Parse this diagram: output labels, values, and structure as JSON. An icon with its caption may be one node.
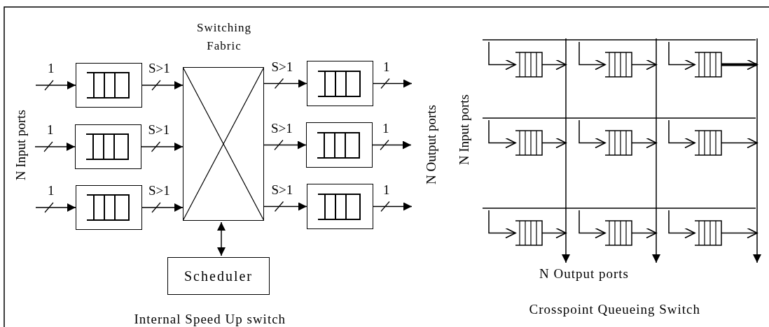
{
  "diagram": {
    "nodes": [
      {
        "text": [
          "Switching Fabric"
        ]
      },
      {
        "text": [],
        "shape": "box"
      },
      {
        "text": [],
        "shape": "box"
      },
      {
        "text": [],
        "shape": "box"
      },
      {
        "text": [],
        "shape": "box"
      },
      {
        "text": [],
        "shape": "box"
      },
      {
        "text": [],
        "shape": "box"
      },
      {
        "text": [
          "Scheduler"
        ]
      },
      {
        "text": [],
        "shape": "box"
      },
      {
        "text": [],
        "shape": "box"
      },
      {
        "text": [],
        "shape": "box"
      },
      {
        "text": [],
        "shape": "box"
      },
      {
        "text": [],
        "shape": "box"
      },
      {
        "text": [],
        "shape": "box"
      },
      {
        "text": [],
        "shape": "box"
      },
      {
        "text": [],
        "shape": "box"
      },
      {
        "text": [],
        "shape": "box"
      }
    ],
    "edges": [
      {
        "from": null,
        "to": 1,
        "arrow": "to",
        "label": "1"
      },
      {
        "from": null,
        "to": 2,
        "arrow": "to",
        "label": "1"
      },
      {
        "from": null,
        "to": 3,
        "arrow": "to",
        "label": "1"
      },
      {
        "from": 1,
        "to": 0,
        "arrow": "to",
        "label": "S>1"
      },
      {
        "from": 2,
        "to": 0,
        "arrow": "to",
        "label": "S>1"
      },
      {
        "from": 3,
        "to": 0,
        "arrow": "to",
        "label": "S>1"
      },
      {
        "from": 0,
        "to": 4,
        "arrow": "to",
        "label": "S>1"
      },
      {
        "from": 0,
        "to": 5,
        "arrow": "to",
        "label": "S>1"
      },
      {
        "from": 0,
        "to": 6,
        "arrow": "to",
        "label": "S>1"
      },
      {
        "from": 4,
        "to": null,
        "arrow": "to",
        "label": "1"
      },
      {
        "from": 5,
        "to": null,
        "arrow": "to",
        "label": "1"
      },
      {
        "from": 6,
        "to": null,
        "arrow": "to",
        "label": "1"
      },
      {
        "from": 0,
        "to": 7,
        "arrow": "both"
      },
      {
        "from": null,
        "to": 8,
        "arrow": "to"
      },
      {
        "from": 8,
        "to": null,
        "arrow": "to"
      },
      {
        "from": null,
        "to": 9,
        "arrow": "to"
      },
      {
        "from": 9,
        "to": null,
        "arrow": "to"
      },
      {
        "from": null,
        "to": 10,
        "arrow": "to"
      },
      {
        "from": 10,
        "to": null,
        "arrow": "to",
        "style": "thick"
      },
      {
        "from": null,
        "to": 11,
        "arrow": "to"
      },
      {
        "from": 11,
        "to": null,
        "arrow": "to"
      },
      {
        "from": null,
        "to": 12,
        "arrow": "to"
      },
      {
        "from": 12,
        "to": null,
        "arrow": "to"
      },
      {
        "from": null,
        "to": 13,
        "arrow": "to"
      },
      {
        "from": 13,
        "to": null,
        "arrow": "to"
      },
      {
        "from": null,
        "to": 14,
        "arrow": "to"
      },
      {
        "from": 14,
        "to": null,
        "arrow": "to"
      },
      {
        "from": null,
        "to": 15,
        "arrow": "to"
      },
      {
        "from": 15,
        "to": null,
        "arrow": "to"
      },
      {
        "from": null,
        "to": 16,
        "arrow": "to"
      },
      {
        "from": 16,
        "to": null,
        "arrow": "to"
      }
    ],
    "labels": [
      "N Input ports",
      "N Output ports",
      "Internal Speed Up switch",
      "N Input ports",
      "N Output ports",
      "Crosspoint Queueing Switch"
    ]
  }
}
